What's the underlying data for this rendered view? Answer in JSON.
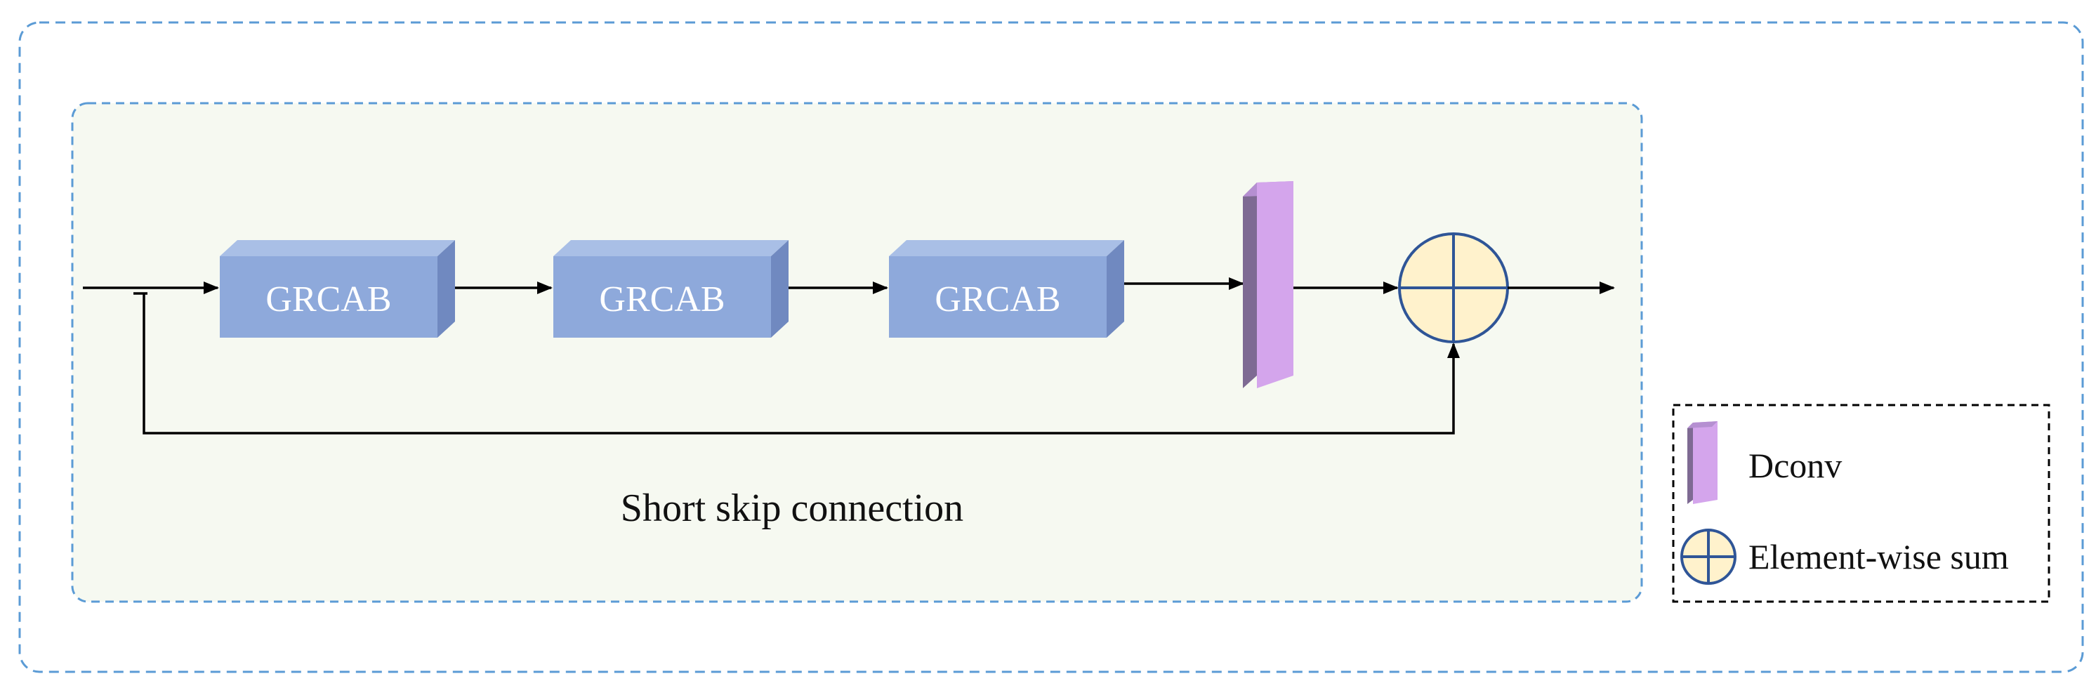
{
  "blocks": [
    {
      "label": "GRCAB"
    },
    {
      "label": "GRCAB"
    },
    {
      "label": "GRCAB"
    }
  ],
  "skip_caption": "Short skip connection",
  "legend": {
    "dconv_label": "Dconv",
    "sum_label": "Element-wise sum"
  },
  "colors": {
    "block_front": "#8ea9db",
    "block_top": "#a9bfe6",
    "block_side": "#7089c0",
    "dconv_front": "#d4a5ec",
    "dconv_side": "#7e6a93",
    "sum_fill": "#fff2cc",
    "sum_stroke": "#2f5597",
    "panel_fill": "#f6f9f1",
    "dashed_border": "#5b9bd5"
  }
}
